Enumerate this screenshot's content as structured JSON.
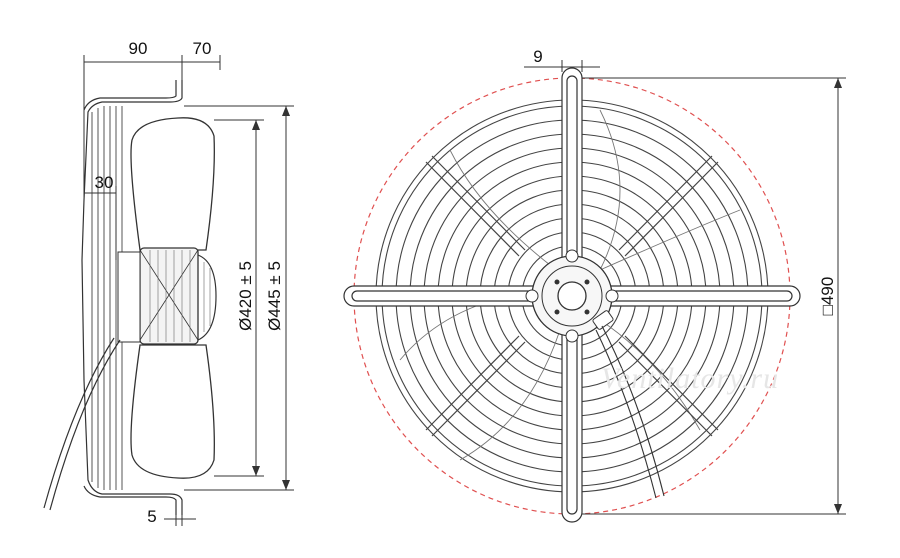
{
  "dimensions": {
    "depth_front": "90",
    "depth_rear": "70",
    "hub_offset": "30",
    "flange_offset": "5",
    "blade_diameter": "Ø420 ± 5",
    "guard_diameter": "Ø445 ± 5",
    "slot_width": "9",
    "mounting_square": "□490"
  },
  "watermark": "Ventilatory.ru",
  "colors": {
    "line": "#333333",
    "dashed_outline": "#e05050",
    "watermark": "#e6e6e6"
  }
}
